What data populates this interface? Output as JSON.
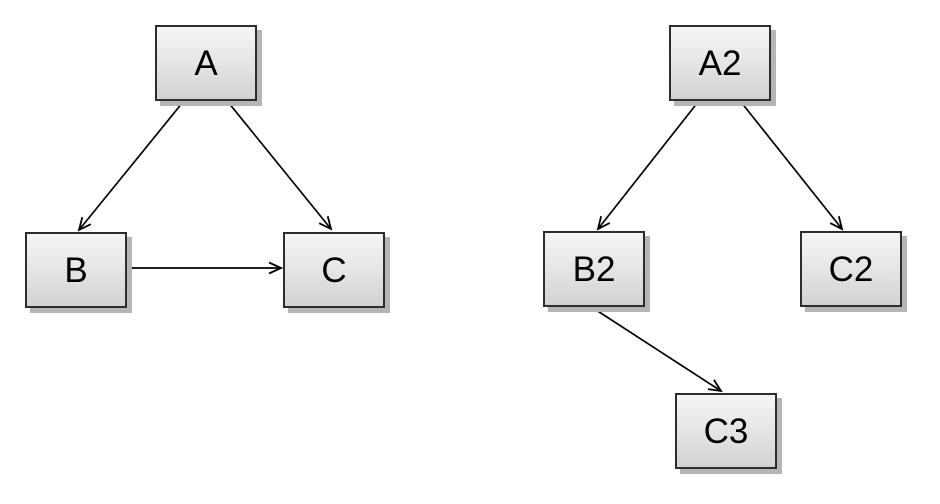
{
  "diagram": {
    "background_color": "#ffffff",
    "node_fill_top": "#f5f5f5",
    "node_fill_bottom": "#d2d2d2",
    "node_border_color": "#2d2d2d",
    "node_shadow_color": "#b5b5b5",
    "edge_color": "#000000",
    "text_color": "#000000",
    "nodes": [
      {
        "id": "A",
        "label": "A"
      },
      {
        "id": "B",
        "label": "B"
      },
      {
        "id": "C",
        "label": "C"
      },
      {
        "id": "A2",
        "label": "A2"
      },
      {
        "id": "B2",
        "label": "B2"
      },
      {
        "id": "C2",
        "label": "C2"
      },
      {
        "id": "C3",
        "label": "C3"
      }
    ],
    "edges": [
      {
        "from": "A",
        "to": "B"
      },
      {
        "from": "A",
        "to": "C"
      },
      {
        "from": "B",
        "to": "C"
      },
      {
        "from": "A2",
        "to": "B2"
      },
      {
        "from": "A2",
        "to": "C2"
      },
      {
        "from": "B2",
        "to": "C3"
      }
    ]
  }
}
